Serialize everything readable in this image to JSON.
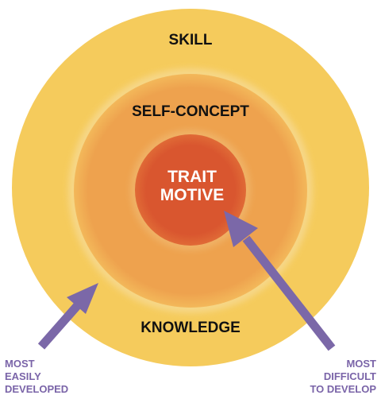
{
  "rings": {
    "outer": {
      "label": "SKILL",
      "color": "#f5cb5c"
    },
    "middle": {
      "label": "SELF-CONCEPT",
      "color": "#eea24e"
    },
    "inner_bottom_label": "KNOWLEDGE",
    "core": {
      "lines": [
        "TRAIT",
        "MOTIVE"
      ],
      "color": "#d9562f"
    }
  },
  "arrow_color": "#7b68a8",
  "notes": {
    "left": [
      "MOST",
      "EASILY",
      "DEVELOPED"
    ],
    "right": [
      "MOST",
      "DIFFICULT",
      "TO DEVELOP"
    ]
  }
}
